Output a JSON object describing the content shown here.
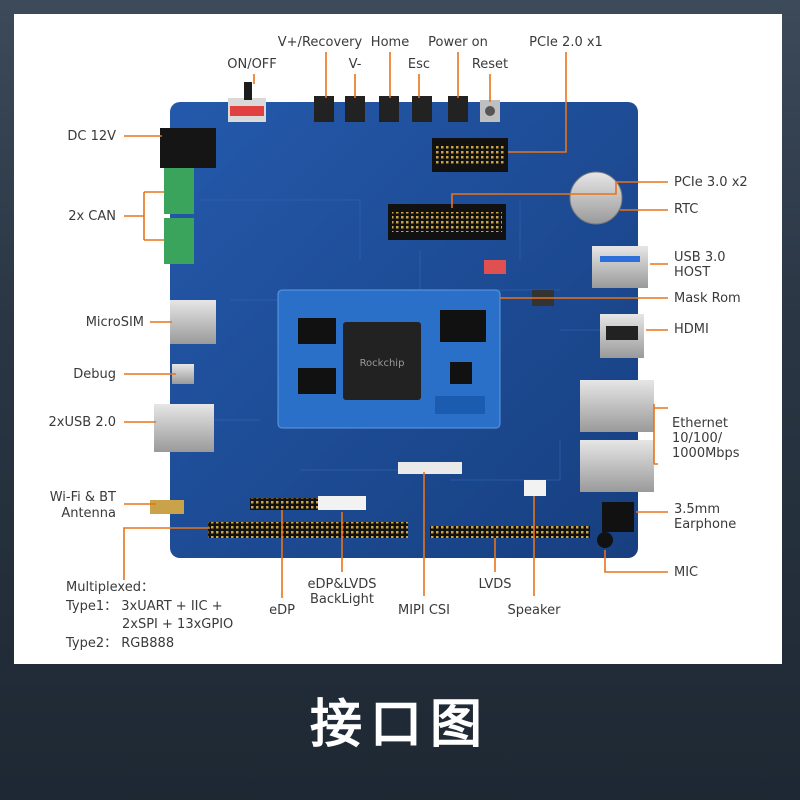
{
  "labels": {
    "v_recovery": "V+/Recovery",
    "home": "Home",
    "power_on": "Power on",
    "pcie20": "PCIe 2.0 x1",
    "on_off": "ON/OFF",
    "v_minus": "V-",
    "esc": "Esc",
    "reset": "Reset",
    "dc12v": "DC 12V",
    "can": "2x CAN",
    "pcie30": "PCIe 3.0 x2",
    "rtc": "RTC",
    "usb30_line1": "USB 3.0",
    "usb30_line2": "HOST",
    "mask_rom": "Mask Rom",
    "microsim": "MicroSIM",
    "hdmi": "HDMI",
    "debug": "Debug",
    "usb20": "2xUSB 2.0",
    "ethernet_line1": "Ethernet",
    "ethernet_line2": "10/100/",
    "ethernet_line3": "1000Mbps",
    "wifi_line1": "Wi-Fi & BT",
    "wifi_line2": "Antenna",
    "earphone_line1": "3.5mm",
    "earphone_line2": "Earphone",
    "mic": "MIC",
    "mux_title": "Multiplexed：",
    "mux_type1_line1": "Type1： 3xUART + IIC +",
    "mux_type1_line2": "2xSPI + 13xGPIO",
    "mux_type2": "Type2： RGB888",
    "edp": "eDP",
    "edp_lvds_line1": "eDP&LVDS",
    "edp_lvds_line2": "BackLight",
    "mipi_csi": "MIPI CSI",
    "lvds": "LVDS",
    "speaker": "Speaker"
  },
  "footer_title": "接口图",
  "colors": {
    "board": "#1f4f9e",
    "board_dark": "#17407f",
    "leader": "#e8731a",
    "label_text": "#3a3a3a",
    "footer_bg": "#2a3644"
  }
}
